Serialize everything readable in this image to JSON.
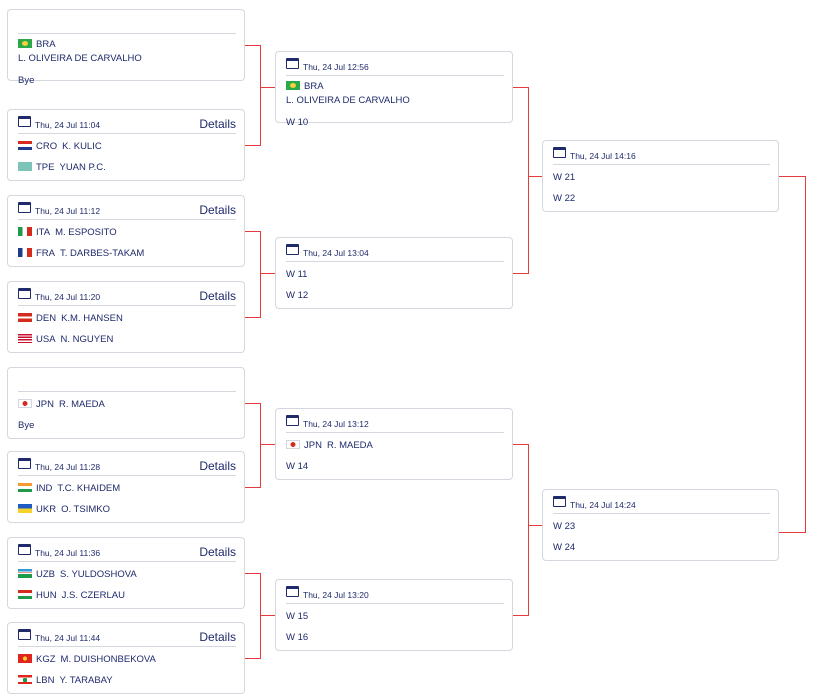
{
  "round1": [
    {
      "date": "",
      "details": "",
      "p1": {
        "code": "",
        "name": "BRA",
        "sub": "L. OLIVEIRA DE CARVALHO",
        "flag": "BRA"
      },
      "p2": {
        "code": "",
        "name": "Bye",
        "flag": ""
      }
    },
    {
      "date": "Thu, 24 Jul  11:04",
      "details": "Details",
      "p1": {
        "code": "CRO",
        "name": "K. KULIC",
        "flag": "CRO"
      },
      "p2": {
        "code": "TPE",
        "name": "YUAN P.C.",
        "flag": "TPE"
      }
    },
    {
      "date": "Thu, 24 Jul  11:12",
      "details": "Details",
      "p1": {
        "code": "ITA",
        "name": "M. ESPOSITO",
        "flag": "ITA"
      },
      "p2": {
        "code": "FRA",
        "name": "T. DARBES-TAKAM",
        "flag": "FRA"
      }
    },
    {
      "date": "Thu, 24 Jul  11:20",
      "details": "Details",
      "p1": {
        "code": "DEN",
        "name": "K.M. HANSEN",
        "flag": "DEN"
      },
      "p2": {
        "code": "USA",
        "name": "N. NGUYEN",
        "flag": "USA"
      }
    },
    {
      "date": "",
      "details": "",
      "p1": {
        "code": "JPN",
        "name": "R. MAEDA",
        "flag": "JPN"
      },
      "p2": {
        "code": "",
        "name": "Bye",
        "flag": ""
      }
    },
    {
      "date": "Thu, 24 Jul  11:28",
      "details": "Details",
      "p1": {
        "code": "IND",
        "name": "T.C. KHAIDEM",
        "flag": "IND"
      },
      "p2": {
        "code": "UKR",
        "name": "O. TSIMKO",
        "flag": "UKR"
      }
    },
    {
      "date": "Thu, 24 Jul  11:36",
      "details": "Details",
      "p1": {
        "code": "UZB",
        "name": "S. YULDOSHOVA",
        "flag": "UZB"
      },
      "p2": {
        "code": "HUN",
        "name": "J.S. CZERLAU",
        "flag": "HUN"
      }
    },
    {
      "date": "Thu, 24 Jul  11:44",
      "details": "Details",
      "p1": {
        "code": "KGZ",
        "name": "M. DUISHONBEKOVA",
        "flag": "KGZ"
      },
      "p2": {
        "code": "LBN",
        "name": "Y. TARABAY",
        "flag": "LBN"
      }
    }
  ],
  "round2": [
    {
      "date": "Thu, 24 Jul  12:56",
      "p1": {
        "code": "",
        "name": "BRA",
        "sub": "L. OLIVEIRA DE CARVALHO",
        "flag": "BRA"
      },
      "p2": {
        "code": "",
        "name": "W 10",
        "flag": ""
      }
    },
    {
      "date": "Thu, 24 Jul  13:04",
      "p1": {
        "code": "",
        "name": "W 11",
        "flag": ""
      },
      "p2": {
        "code": "",
        "name": "W 12",
        "flag": ""
      }
    },
    {
      "date": "Thu, 24 Jul  13:12",
      "p1": {
        "code": "JPN",
        "name": "R. MAEDA",
        "flag": "JPN"
      },
      "p2": {
        "code": "",
        "name": "W 14",
        "flag": ""
      }
    },
    {
      "date": "Thu, 24 Jul  13:20",
      "p1": {
        "code": "",
        "name": "W 15",
        "flag": ""
      },
      "p2": {
        "code": "",
        "name": "W 16",
        "flag": ""
      }
    }
  ],
  "round3": [
    {
      "date": "Thu, 24 Jul  14:16",
      "p1": {
        "code": "",
        "name": "W 21",
        "flag": ""
      },
      "p2": {
        "code": "",
        "name": "W 22",
        "flag": ""
      }
    },
    {
      "date": "Thu, 24 Jul  14:24",
      "p1": {
        "code": "",
        "name": "W 23",
        "flag": ""
      },
      "p2": {
        "code": "",
        "name": "W 24",
        "flag": ""
      }
    }
  ],
  "colors": {
    "connector": "#e53b3b",
    "text": "#1f2a6b",
    "border": "#d4d7dd"
  }
}
